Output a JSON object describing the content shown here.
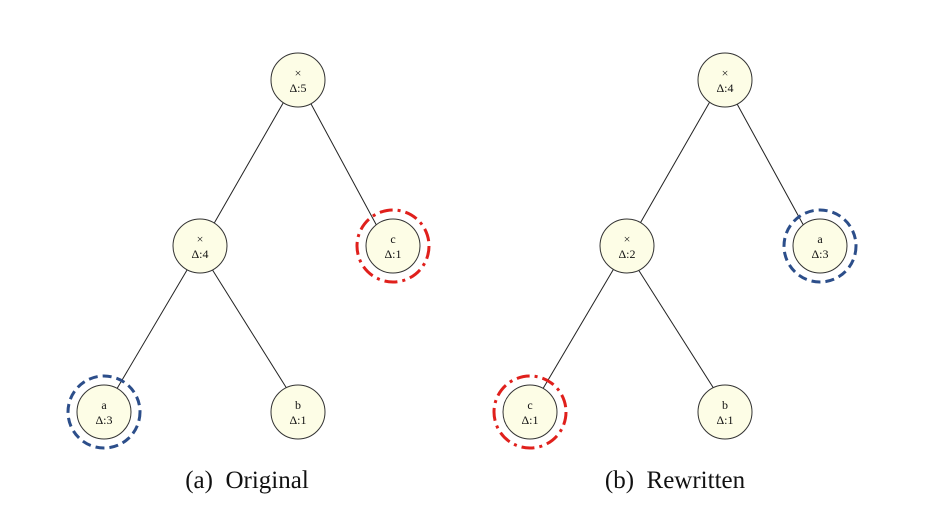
{
  "colors": {
    "node_fill": "#fdfde6",
    "blue_ring": "#2c4e8a",
    "red_ring": "#e0201c"
  },
  "panels": [
    {
      "caption": "(a)  Original",
      "nodes": [
        {
          "id": "root",
          "op": "×",
          "delta": "Δ:5"
        },
        {
          "id": "mid",
          "op": "×",
          "delta": "Δ:4"
        },
        {
          "id": "right",
          "op": "c",
          "delta": "Δ:1",
          "ring": "red"
        },
        {
          "id": "leaf-left",
          "op": "a",
          "delta": "Δ:3",
          "ring": "blue"
        },
        {
          "id": "leaf-right",
          "op": "b",
          "delta": "Δ:1"
        }
      ]
    },
    {
      "caption": "(b)  Rewritten",
      "nodes": [
        {
          "id": "root",
          "op": "×",
          "delta": "Δ:4"
        },
        {
          "id": "mid",
          "op": "×",
          "delta": "Δ:2"
        },
        {
          "id": "right",
          "op": "a",
          "delta": "Δ:3",
          "ring": "blue"
        },
        {
          "id": "leaf-left",
          "op": "c",
          "delta": "Δ:1",
          "ring": "red"
        },
        {
          "id": "leaf-right",
          "op": "b",
          "delta": "Δ:1"
        }
      ]
    }
  ]
}
